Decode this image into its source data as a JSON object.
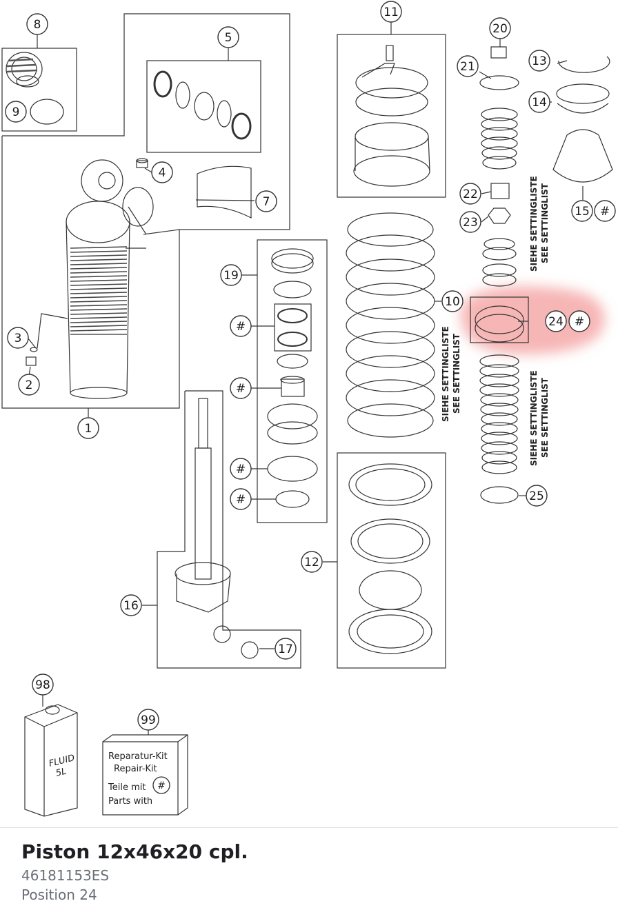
{
  "callouts": [
    {
      "id": "c1",
      "label": "1"
    },
    {
      "id": "c2",
      "label": "2"
    },
    {
      "id": "c3",
      "label": "3"
    },
    {
      "id": "c4",
      "label": "4"
    },
    {
      "id": "c5",
      "label": "5"
    },
    {
      "id": "c7",
      "label": "7"
    },
    {
      "id": "c8",
      "label": "8"
    },
    {
      "id": "c9",
      "label": "9"
    },
    {
      "id": "c10",
      "label": "10"
    },
    {
      "id": "c11",
      "label": "11"
    },
    {
      "id": "c12",
      "label": "12"
    },
    {
      "id": "c13",
      "label": "13"
    },
    {
      "id": "c14",
      "label": "14"
    },
    {
      "id": "c15",
      "label": "15"
    },
    {
      "id": "c16",
      "label": "16"
    },
    {
      "id": "c17",
      "label": "17"
    },
    {
      "id": "c19",
      "label": "19"
    },
    {
      "id": "c20",
      "label": "20"
    },
    {
      "id": "c21",
      "label": "21"
    },
    {
      "id": "c22",
      "label": "22"
    },
    {
      "id": "c23",
      "label": "23"
    },
    {
      "id": "c24",
      "label": "24"
    },
    {
      "id": "c25",
      "label": "25"
    },
    {
      "id": "c98",
      "label": "98"
    },
    {
      "id": "c99",
      "label": "99"
    },
    {
      "id": "h1",
      "label": "#"
    },
    {
      "id": "h2",
      "label": "#"
    },
    {
      "id": "h3",
      "label": "#"
    },
    {
      "id": "h4",
      "label": "#"
    },
    {
      "id": "h5",
      "label": "#"
    },
    {
      "id": "h6",
      "label": "#"
    },
    {
      "id": "h7",
      "label": "#"
    }
  ],
  "settinglist": {
    "de": "SIEHE SETTINGLISTE",
    "en": "SEE SETTINGLIST"
  },
  "fluid_can": {
    "line1": "FLUID",
    "line2": "5L"
  },
  "repair_kit": {
    "line1": "Reparatur-Kit",
    "line2": "Repair-Kit",
    "line3": "Teile mit",
    "line4": "Parts with",
    "marker": "#"
  },
  "highlight_color": "#f07a7a",
  "part": {
    "name": "Piston 12x46x20 cpl.",
    "number": "46181153ES",
    "position": "Position 24"
  }
}
